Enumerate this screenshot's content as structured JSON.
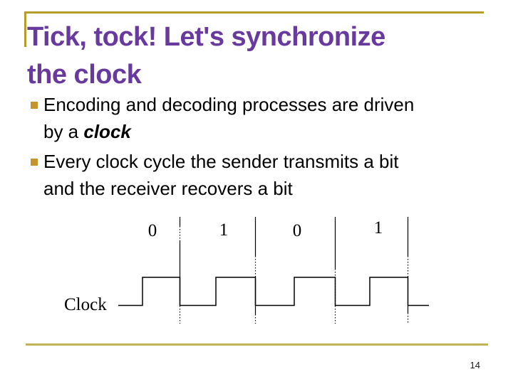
{
  "slide": {
    "title_line1": "Tick, tock! Let's synchronize",
    "title_line2": "the clock",
    "page_number": "14"
  },
  "bullets": [
    {
      "line1": "Encoding and decoding processes are driven",
      "line2_prefix": "by a ",
      "line2_emphasis": "clock"
    },
    {
      "line1": "Every clock cycle the sender transmits a bit",
      "line2": "and the receiver recovers a bit"
    }
  ],
  "waveform": {
    "signal_label": "Clock",
    "bit_labels": [
      "0",
      "1",
      "0",
      "1"
    ],
    "bit_values": [
      0,
      1,
      0,
      1
    ],
    "description": "square clock wave, one rising and falling edge per bit cell"
  },
  "colors": {
    "title_purple": "#693A9E",
    "top_accent_gold": "#B59D2B",
    "bottom_accent_gold": "#C2B455",
    "bullet_gold": "#C6942C",
    "text_black": "#000000"
  }
}
